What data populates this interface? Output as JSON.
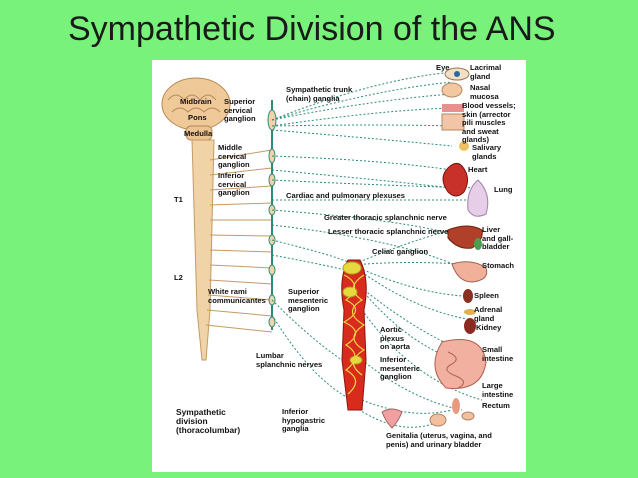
{
  "slide": {
    "title": "Sympathetic Division of the ANS"
  },
  "diagram": {
    "labels": {
      "midbrain": "Midbrain",
      "pons": "Pons",
      "medulla": "Medulla",
      "superior_cervical": "Superior\ncervical\nganglion",
      "sympathetic_trunk": "Sympathetic trunk\n(chain) ganglia",
      "middle_cervical": "Middle\ncervical\nganglion",
      "inferior_cervical": "Inferior\ncervical\nganglion",
      "t1": "T1",
      "l2": "L2",
      "cardiac_plexuses": "Cardiac and pulmonary plexuses",
      "greater_splanchnic": "Greater thoracic splanchnic nerve",
      "lesser_splanchnic": "Lesser thoracic splanchnic nerve",
      "celiac_ganglion": "Celiac ganglion",
      "white_rami": "White rami\ncommunicantes",
      "superior_mesenteric": "Superior\nmesenteric\nganglion",
      "aortic_plexus": "Aortic\nplexus\non aorta",
      "inferior_mesenteric": "Inferior\nmesenteric\nganglion",
      "lumbar_splanchnic": "Lumbar\nsplanchnic nerves",
      "inferior_hypogastric": "Inferior\nhypogastric\nganglia",
      "sympathetic_division": "Sympathetic\ndivision\n(thoracolumbar)",
      "eye": "Eye",
      "lacrimal": "Lacrimal\ngland",
      "nasal": "Nasal\nmucosa",
      "blood_vessels": "Blood vessels;\nskin (arrector\npili muscles\nand sweat\nglands)",
      "salivary": "Salivary\nglands",
      "heart": "Heart",
      "lung": "Lung",
      "liver": "Liver\nand gall-\nbladder",
      "stomach": "Stomach",
      "spleen": "Spleen",
      "adrenal": "Adrenal\ngland",
      "kidney": "Kidney",
      "small_intestine": "Small\nintestine",
      "large_intestine": "Large\nintestine",
      "rectum": "Rectum",
      "genitalia": "Genitalia (uterus, vagina, and\npenis) and urinary bladder"
    },
    "colors": {
      "background": "#78f27a",
      "nerve": "#2c8c7a",
      "cord": "#f1d3a8",
      "aorta": "#d92a1e",
      "ganglion": "#e8d840"
    }
  }
}
